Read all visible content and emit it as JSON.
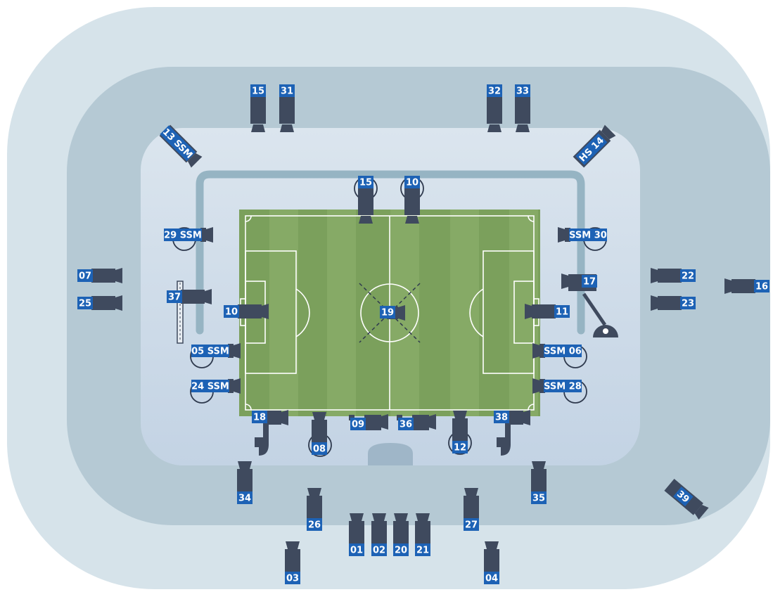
{
  "colors": {
    "background": "#ffffff",
    "outer_ring": "#d6e3ea",
    "middle_ring": "#b5c9d4",
    "inner_stand": "#c9d7e6",
    "track": "#96b4c3",
    "pitch_dark": "#7ba05c",
    "pitch_light": "#8aad6a",
    "pitch_lines": "#ffffff",
    "camera_body": "#3f4a5e",
    "label_blue": "#1d62b5"
  },
  "cameras": [
    {
      "label": "15",
      "icon": "camera-icon",
      "kind": "stand-tower-top"
    },
    {
      "label": "31",
      "icon": "camera-icon",
      "kind": "stand-tower-top"
    },
    {
      "label": "32",
      "icon": "camera-icon",
      "kind": "stand-tower-top"
    },
    {
      "label": "33",
      "icon": "camera-icon",
      "kind": "stand-tower-top"
    },
    {
      "label": "13 SSM",
      "icon": "camera-icon",
      "kind": "diagonal-corner"
    },
    {
      "label": "HS 14",
      "icon": "camera-icon",
      "kind": "diagonal-corner"
    },
    {
      "label": "15",
      "icon": "camera-icon",
      "kind": "pitchside-rig"
    },
    {
      "label": "10",
      "icon": "camera-icon",
      "kind": "pitchside-rig"
    },
    {
      "label": "29 SSM",
      "icon": "camera-icon",
      "kind": "pitchside-rig"
    },
    {
      "label": "SSM 30",
      "icon": "camera-icon",
      "kind": "pitchside-rig"
    },
    {
      "label": "07",
      "icon": "camera-icon",
      "kind": "side-stand"
    },
    {
      "label": "25",
      "icon": "camera-icon",
      "kind": "side-stand"
    },
    {
      "label": "22",
      "icon": "camera-icon",
      "kind": "side-stand"
    },
    {
      "label": "23",
      "icon": "camera-icon",
      "kind": "side-stand"
    },
    {
      "label": "16",
      "icon": "camera-icon",
      "kind": "side-stand"
    },
    {
      "label": "37",
      "icon": "camera-icon",
      "kind": "rail-cam"
    },
    {
      "label": "17",
      "icon": "crane-camera-icon",
      "kind": "crane"
    },
    {
      "label": "10",
      "icon": "camera-icon",
      "kind": "goal-cam"
    },
    {
      "label": "11",
      "icon": "camera-icon",
      "kind": "goal-cam"
    },
    {
      "label": "19",
      "icon": "spidercam-icon",
      "kind": "spidercam"
    },
    {
      "label": "05 SSM",
      "icon": "camera-icon",
      "kind": "pitchside-rig"
    },
    {
      "label": "SSM 06",
      "icon": "camera-icon",
      "kind": "pitchside-rig"
    },
    {
      "label": "24 SSM",
      "icon": "camera-icon",
      "kind": "pitchside-rig"
    },
    {
      "label": "SSM 28",
      "icon": "camera-icon",
      "kind": "pitchside-rig"
    },
    {
      "label": "18",
      "icon": "steadicam-icon",
      "kind": "steadicam"
    },
    {
      "label": "38",
      "icon": "steadicam-icon",
      "kind": "steadicam"
    },
    {
      "label": "09",
      "icon": "camera-icon",
      "kind": "handheld"
    },
    {
      "label": "36",
      "icon": "camera-icon",
      "kind": "handheld"
    },
    {
      "label": "08",
      "icon": "camera-icon",
      "kind": "pitchside-rig"
    },
    {
      "label": "12",
      "icon": "camera-icon",
      "kind": "pitchside-rig"
    },
    {
      "label": "34",
      "icon": "camera-icon",
      "kind": "stand-tower-bottom"
    },
    {
      "label": "35",
      "icon": "camera-icon",
      "kind": "stand-tower-bottom"
    },
    {
      "label": "26",
      "icon": "camera-icon",
      "kind": "stand-tower-bottom"
    },
    {
      "label": "27",
      "icon": "camera-icon",
      "kind": "stand-tower-bottom"
    },
    {
      "label": "01",
      "icon": "camera-icon",
      "kind": "stand-tower-bottom"
    },
    {
      "label": "02",
      "icon": "camera-icon",
      "kind": "stand-tower-bottom"
    },
    {
      "label": "20",
      "icon": "camera-icon",
      "kind": "stand-tower-bottom"
    },
    {
      "label": "21",
      "icon": "camera-icon",
      "kind": "stand-tower-bottom"
    },
    {
      "label": "03",
      "icon": "camera-icon",
      "kind": "stand-tower-bottom"
    },
    {
      "label": "04",
      "icon": "camera-icon",
      "kind": "stand-tower-bottom"
    },
    {
      "label": "39",
      "icon": "camera-icon",
      "kind": "diagonal-corner"
    }
  ]
}
